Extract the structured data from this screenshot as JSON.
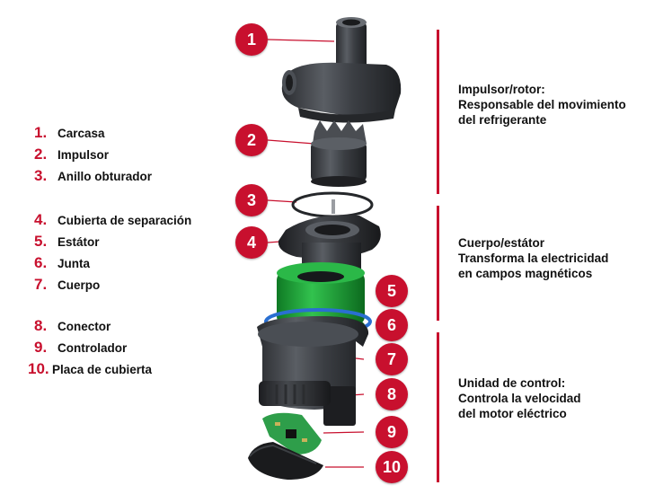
{
  "legend": [
    {
      "num": "1.",
      "label": "Carcasa"
    },
    {
      "num": "2.",
      "label": "Impulsor"
    },
    {
      "num": "3.",
      "label": "Anillo obturador"
    },
    {
      "num": "4.",
      "label": "Cubierta de separación"
    },
    {
      "num": "5.",
      "label": "Estátor"
    },
    {
      "num": "6.",
      "label": "Junta"
    },
    {
      "num": "7.",
      "label": "Cuerpo"
    },
    {
      "num": "8.",
      "label": "Conector"
    },
    {
      "num": "9.",
      "label": "Controlador"
    },
    {
      "num": "10.",
      "label": "Placa de cubierta"
    }
  ],
  "sections": [
    {
      "title": "Impulsor/rotor:",
      "lines": [
        "Responsable del movimiento",
        "del refrigerante"
      ]
    },
    {
      "title": "Cuerpo/estátor",
      "lines": [
        "Transforma la electricidad",
        "en campos magnéticos"
      ]
    },
    {
      "title": "Unidad de control:",
      "lines": [
        "Controla la velocidad",
        "del motor eléctrico"
      ]
    }
  ],
  "callouts": [
    "1",
    "2",
    "3",
    "4",
    "5",
    "6",
    "7",
    "8",
    "9",
    "10"
  ],
  "colors": {
    "accent": "#c8102e",
    "plastic": "#3a3d42",
    "stator_green": "#1fa83a",
    "seal_blue": "#2a6fd1",
    "pcb_green": "#2e9e4a"
  }
}
